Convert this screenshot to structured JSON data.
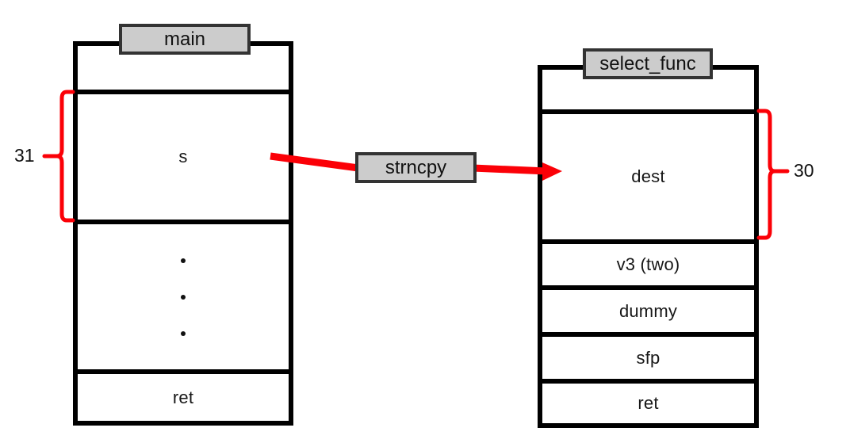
{
  "diagram": {
    "title": "strncpy buffer overflow stack diagram",
    "colors": {
      "frame": "#000000",
      "tag_fill": "#cccccc",
      "tag_border": "#333333",
      "accent_red": "#fb0007",
      "text": "#111111",
      "background": "#ffffff"
    }
  },
  "left_stack": {
    "name_tag": "main",
    "cells": [
      {
        "label": "",
        "kind": "empty"
      },
      {
        "label": "s",
        "kind": "buffer"
      },
      {
        "label": "",
        "kind": "dots",
        "dot_count": 3
      },
      {
        "label": "ret",
        "kind": "return-address"
      }
    ]
  },
  "right_stack": {
    "name_tag": "select_func",
    "cells": [
      {
        "label": "",
        "kind": "empty"
      },
      {
        "label": "dest",
        "kind": "buffer"
      },
      {
        "label": "v3 (two)",
        "kind": "local-var"
      },
      {
        "label": "dummy",
        "kind": "local-var"
      },
      {
        "label": "sfp",
        "kind": "saved-frame-pointer"
      },
      {
        "label": "ret",
        "kind": "return-address"
      }
    ]
  },
  "annotations": {
    "left_brace_label": "31",
    "right_brace_label": "30",
    "arrow_label": "strncpy"
  }
}
